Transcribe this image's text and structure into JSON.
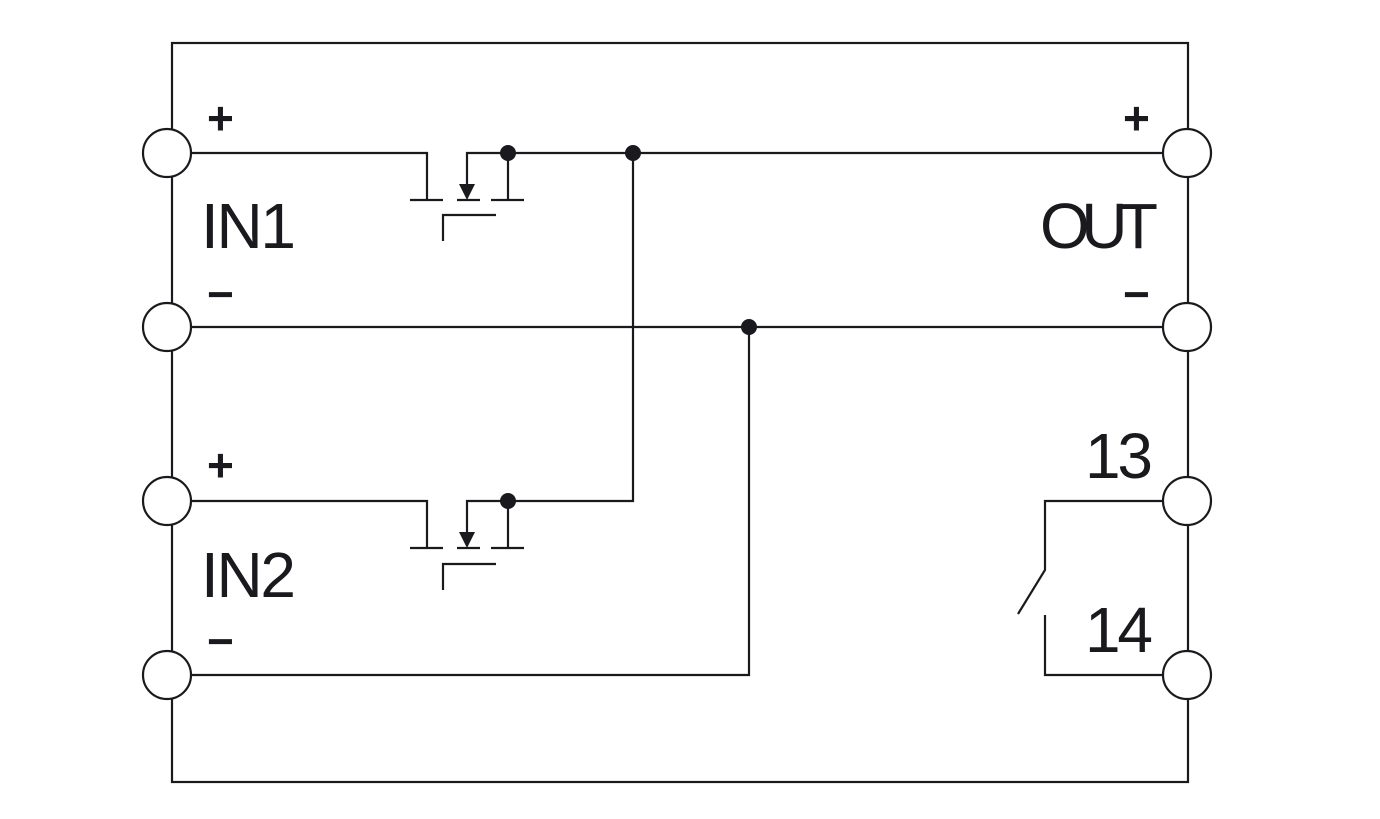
{
  "diagram": {
    "type": "redundancy-module-schematic",
    "inputs": [
      {
        "name": "IN1",
        "plus": "+",
        "minus": "−"
      },
      {
        "name": "IN2",
        "plus": "+",
        "minus": "−"
      }
    ],
    "output": {
      "name": "OUT",
      "plus": "+",
      "minus": "−"
    },
    "relay_contact": {
      "terminal_a": "13",
      "terminal_b": "14",
      "state": "normally-open"
    },
    "components": [
      "mosfet-in1",
      "mosfet-in2",
      "relay-contact-13-14"
    ],
    "colors": {
      "line": "#1a1a1e",
      "background": "#ffffff"
    }
  }
}
